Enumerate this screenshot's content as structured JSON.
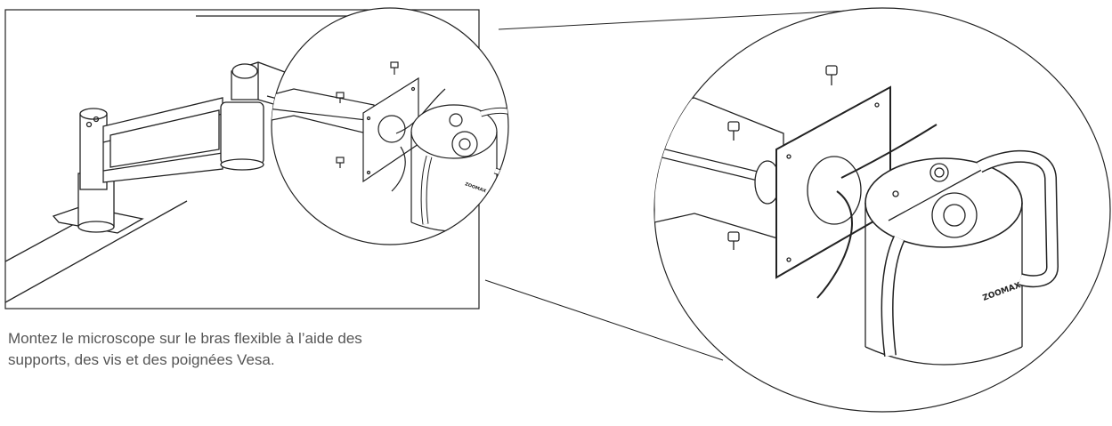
{
  "caption": {
    "line1": "Montez le microscope sur le bras flexible à l’aide des",
    "line2": "supports, des vis et des poignées Vesa."
  },
  "brand": {
    "small": "ZOOMAX",
    "large": "ZOOMAX"
  },
  "colors": {
    "line": "#222222",
    "caption": "#555555",
    "background": "#ffffff"
  }
}
